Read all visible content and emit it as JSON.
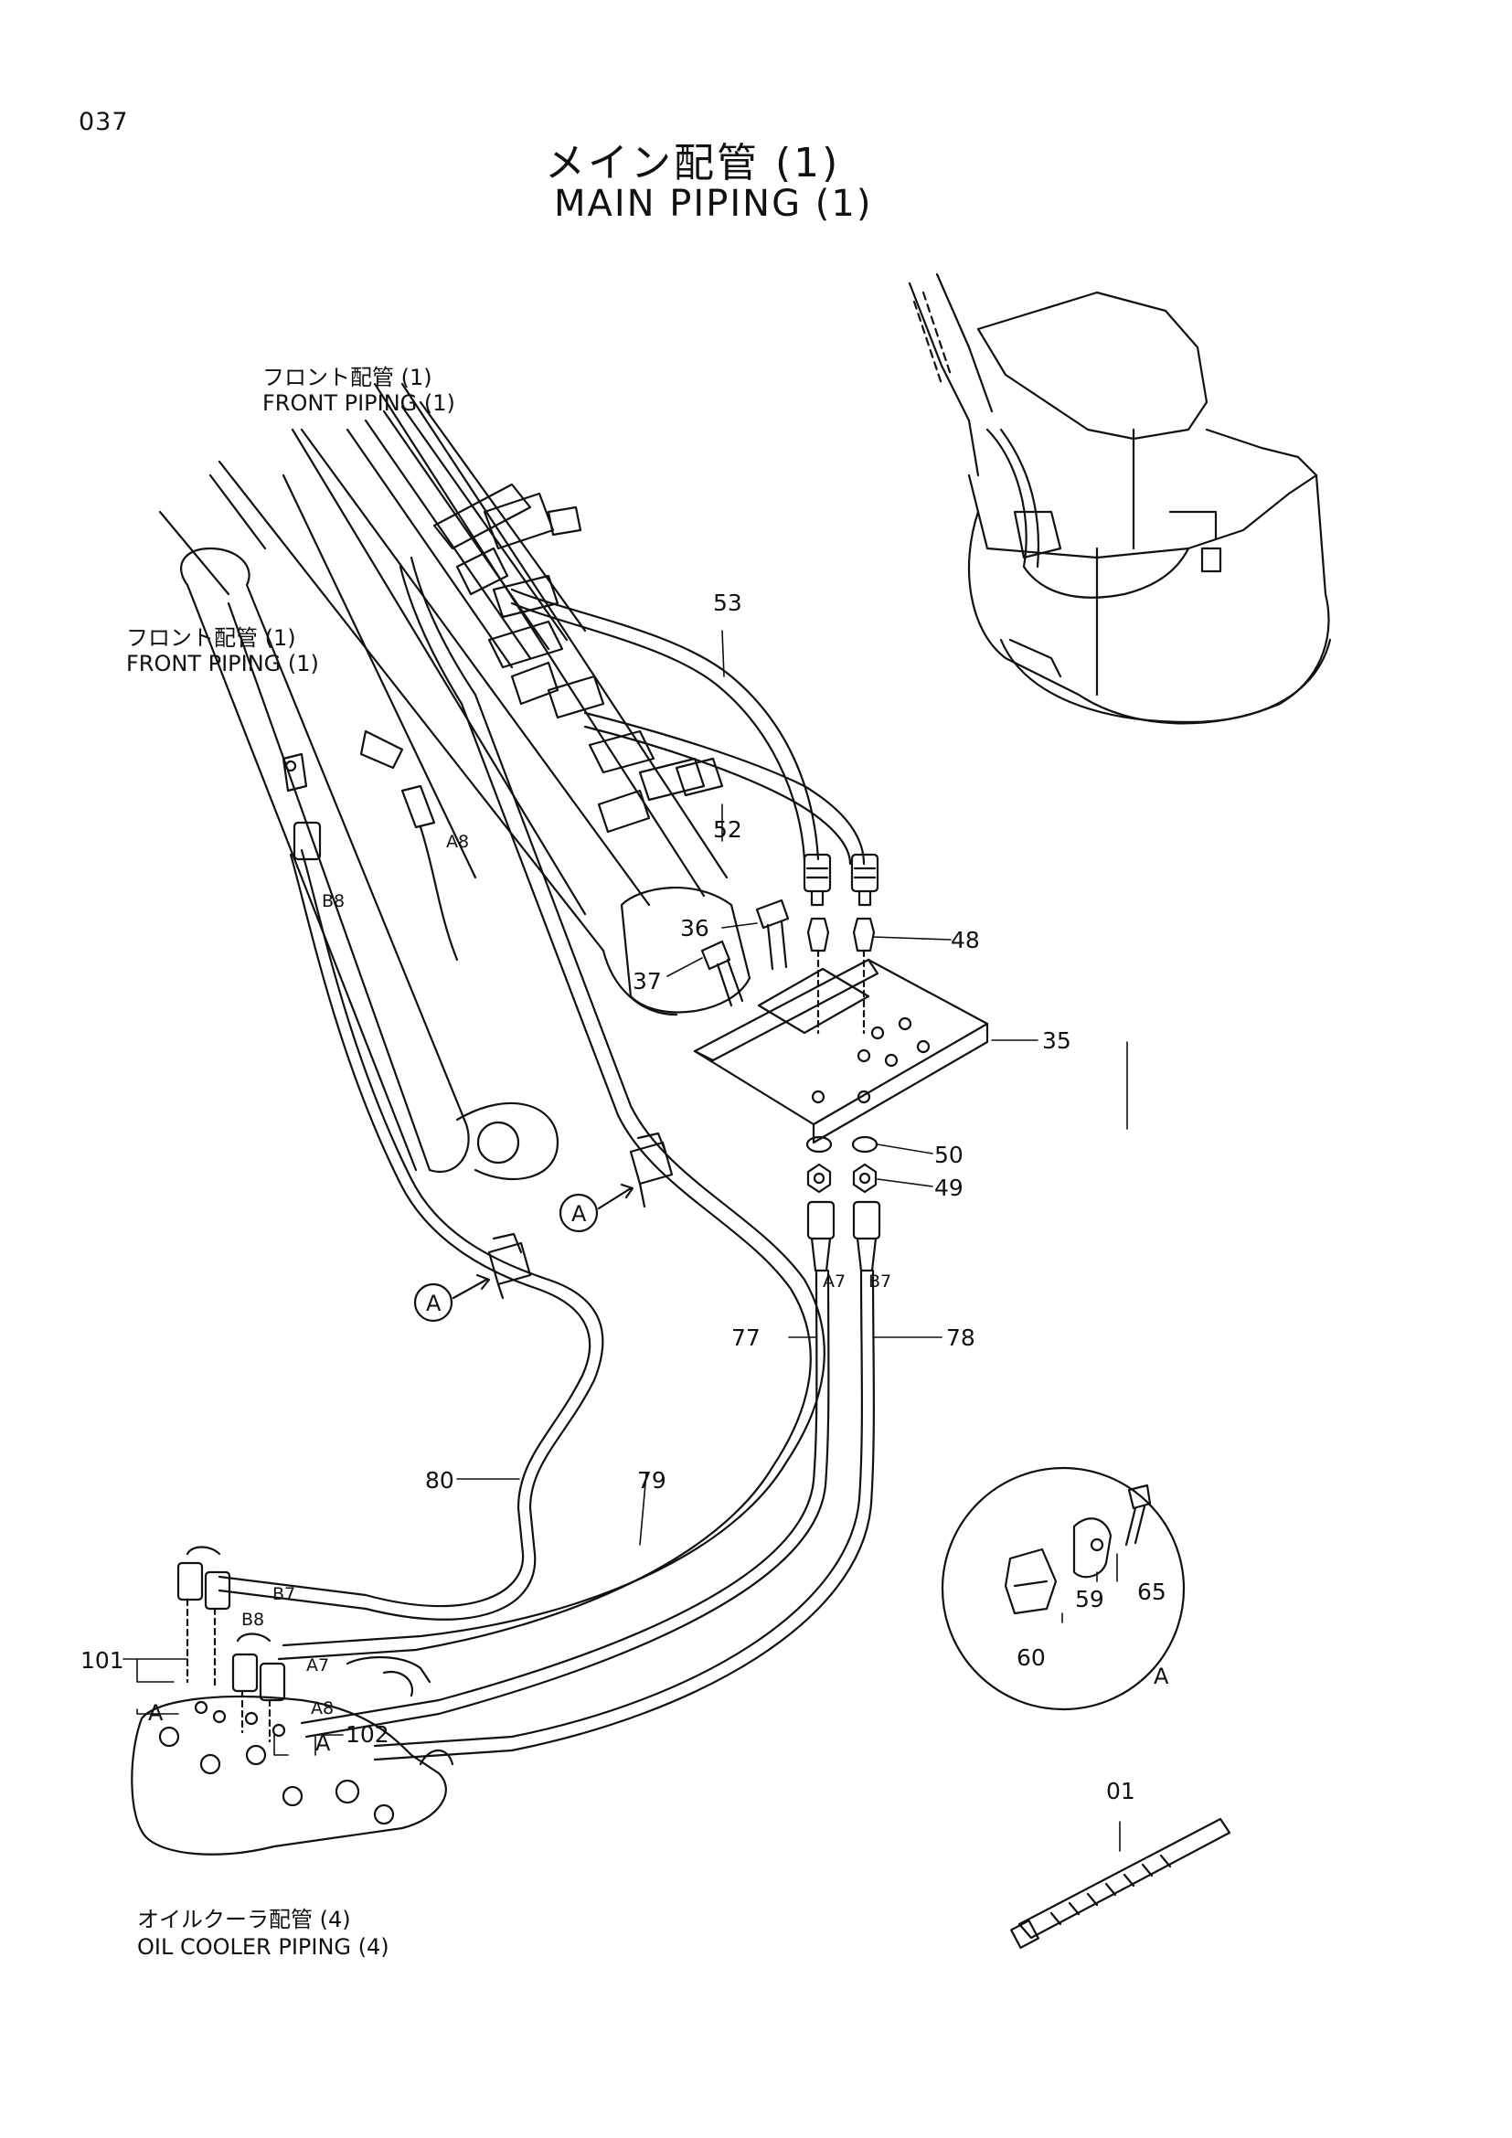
{
  "page": {
    "number": "037",
    "title_ja": "メイン配管 (1)",
    "title_en": "MAIN PIPING (1)"
  },
  "references": {
    "front_piping_top_ja": "フロント配管 (1)",
    "front_piping_top_en": "FRONT PIPING (1)",
    "front_piping_left_ja": "フロント配管 (1)",
    "front_piping_left_en": "FRONT PIPING (1)",
    "oil_cooler_ja": "オイルクーラ配管 (4)",
    "oil_cooler_en": "OIL COOLER PIPING (4)"
  },
  "callouts": {
    "p01": "01",
    "p35": "35",
    "p36": "36",
    "p37": "37",
    "p48": "48",
    "p49": "49",
    "p50": "50",
    "p52": "52",
    "p53": "53",
    "p59": "59",
    "p60": "60",
    "p65": "65",
    "p77": "77",
    "p78": "78",
    "p79": "79",
    "p80": "80",
    "p101": "101",
    "p102": "102"
  },
  "port_labels": {
    "a7": "A7",
    "b7": "B7",
    "a8": "A8",
    "b8": "B8"
  },
  "detail_marker": "A"
}
